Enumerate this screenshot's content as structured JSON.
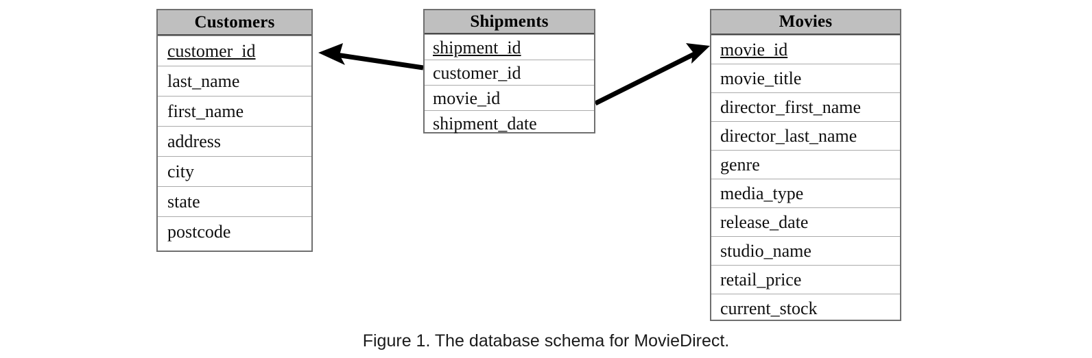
{
  "figure": {
    "caption": "Figure 1. The database schema for MovieDirect."
  },
  "colors": {
    "header_fill": "#bfbfbf",
    "table_border": "#6f6f6f",
    "row_divider": "#aaaaaa",
    "arrow": "#000000",
    "text": "#101010",
    "background": "#ffffff"
  },
  "entities": {
    "customers": {
      "title": "Customers",
      "fields": [
        {
          "name": "customer_id",
          "key": "primary"
        },
        {
          "name": "last_name",
          "key": "none"
        },
        {
          "name": "first_name",
          "key": "none"
        },
        {
          "name": "address",
          "key": "none"
        },
        {
          "name": "city",
          "key": "none"
        },
        {
          "name": "state",
          "key": "none"
        },
        {
          "name": "postcode",
          "key": "none"
        }
      ]
    },
    "shipments": {
      "title": "Shipments",
      "fields": [
        {
          "name": "shipment_id",
          "key": "primary"
        },
        {
          "name": "customer_id",
          "key": "none"
        },
        {
          "name": "movie_id",
          "key": "none"
        },
        {
          "name": "shipment_date",
          "key": "none"
        }
      ]
    },
    "movies": {
      "title": "Movies",
      "fields": [
        {
          "name": "movie_id",
          "key": "primary"
        },
        {
          "name": "movie_title",
          "key": "none"
        },
        {
          "name": "director_first_name",
          "key": "none"
        },
        {
          "name": "director_last_name",
          "key": "none"
        },
        {
          "name": "genre",
          "key": "none"
        },
        {
          "name": "media_type",
          "key": "none"
        },
        {
          "name": "release_date",
          "key": "none"
        },
        {
          "name": "studio_name",
          "key": "none"
        },
        {
          "name": "retail_price",
          "key": "none"
        },
        {
          "name": "current_stock",
          "key": "none"
        }
      ]
    }
  },
  "relationships": [
    {
      "id": "shipments-to-customers",
      "from_entity": "Shipments",
      "from_field": "customer_id",
      "to_entity": "Customers",
      "to_field": "customer_id",
      "direction": "left"
    },
    {
      "id": "shipments-to-movies",
      "from_entity": "Shipments",
      "from_field": "movie_id",
      "to_entity": "Movies",
      "to_field": "movie_id",
      "direction": "up-right"
    }
  ]
}
